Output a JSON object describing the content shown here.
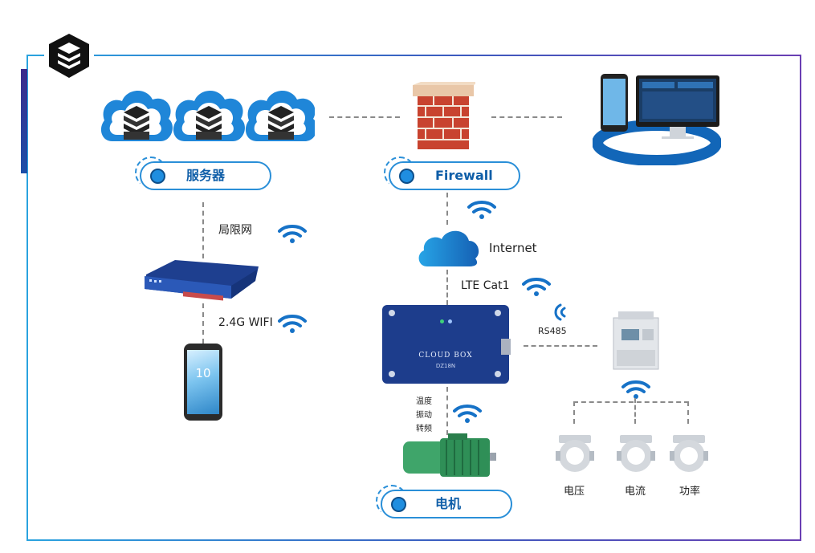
{
  "servers": {
    "label": "服务器"
  },
  "firewall": {
    "label": "Firewall"
  },
  "motor": {
    "label": "电机"
  },
  "links": {
    "lan": "局限网",
    "wifi": "2.4G WIFI",
    "internet": "Internet",
    "lte": "LTE Cat1",
    "rs485": "RS485"
  },
  "device": {
    "brand": "CLOUD BOX",
    "model": "DZ18N"
  },
  "phone": {
    "clock": "10"
  },
  "sensor_labels": [
    "温度",
    "振动",
    "转频"
  ],
  "meters": [
    {
      "label": "电压"
    },
    {
      "label": "电流"
    },
    {
      "label": "功率"
    }
  ],
  "colors": {
    "accent": "#1f8ee0",
    "dark": "#0f5ea8",
    "frame_start": "#2aa3df",
    "frame_end": "#6a3fb3"
  }
}
